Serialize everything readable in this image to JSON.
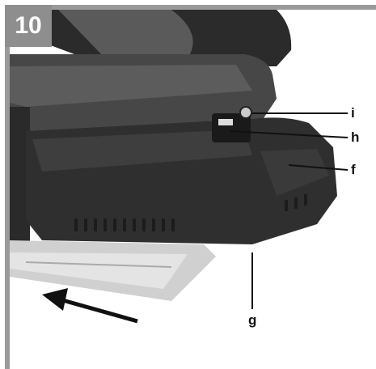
{
  "figure": {
    "number": "10",
    "callouts": {
      "i": "i",
      "h": "h",
      "f": "f",
      "g": "g"
    }
  },
  "colors": {
    "frame": "#9a9a9a",
    "tool_body": "#3a3a3a",
    "battery": "#2e2e2e",
    "base_plate": "#cfcfcf"
  }
}
